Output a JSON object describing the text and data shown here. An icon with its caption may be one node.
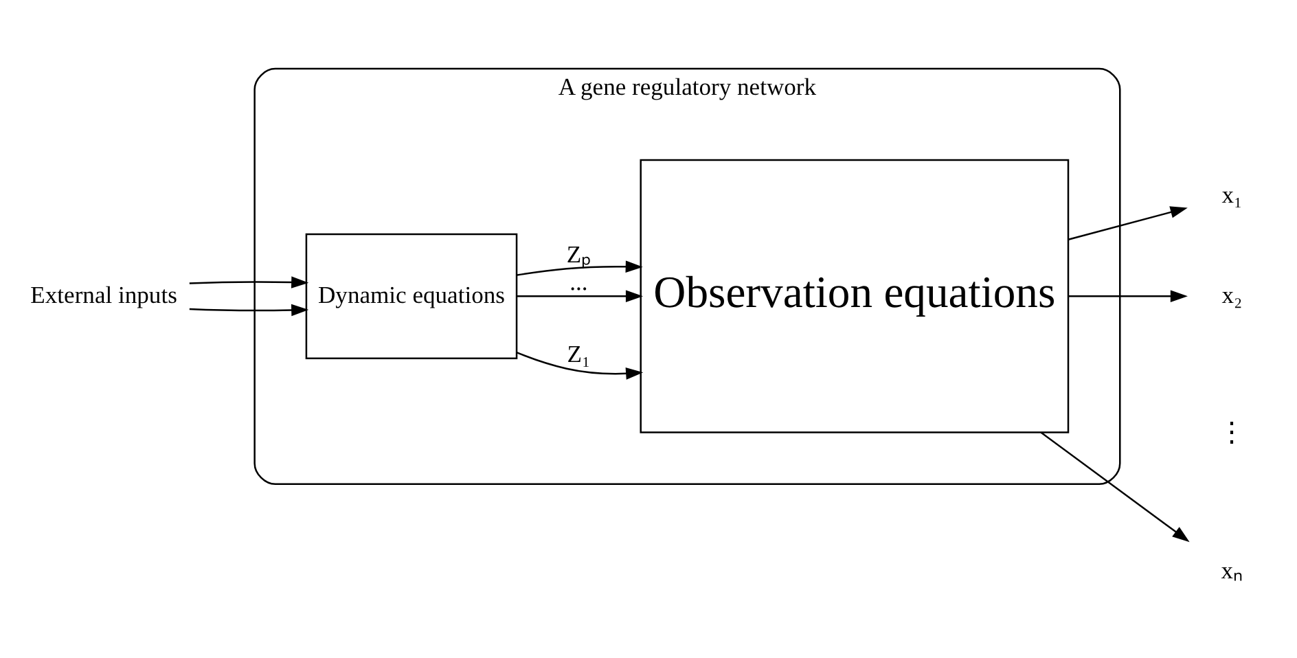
{
  "diagram": {
    "nodes": [
      {
        "text": [
          "A gene regulatory network"
        ]
      },
      {
        "text": [
          "Dynamic equations"
        ],
        "in": 0
      },
      {
        "text": [
          "Observation equations"
        ],
        "in": 0
      },
      {
        "text": [
          "External inputs"
        ]
      },
      {
        "text": [
          "x₁"
        ]
      },
      {
        "text": [
          "x₂"
        ]
      },
      {
        "text": [
          "xₙ"
        ]
      }
    ],
    "edges": [
      {
        "from": 3,
        "to": 1,
        "arrow": "to"
      },
      {
        "from": 3,
        "to": 1,
        "arrow": "to"
      },
      {
        "from": 1,
        "to": 2,
        "arrow": "to",
        "label": "Z₁"
      },
      {
        "from": 1,
        "to": 2,
        "arrow": "to",
        "label": "..."
      },
      {
        "from": 1,
        "to": 2,
        "arrow": "to",
        "label": "Zₚ"
      },
      {
        "from": 2,
        "to": 4,
        "arrow": "to"
      },
      {
        "from": 2,
        "to": 5,
        "arrow": "to"
      },
      {
        "from": 2,
        "to": 6,
        "arrow": "to"
      }
    ],
    "labels": [
      "⋮"
    ]
  }
}
